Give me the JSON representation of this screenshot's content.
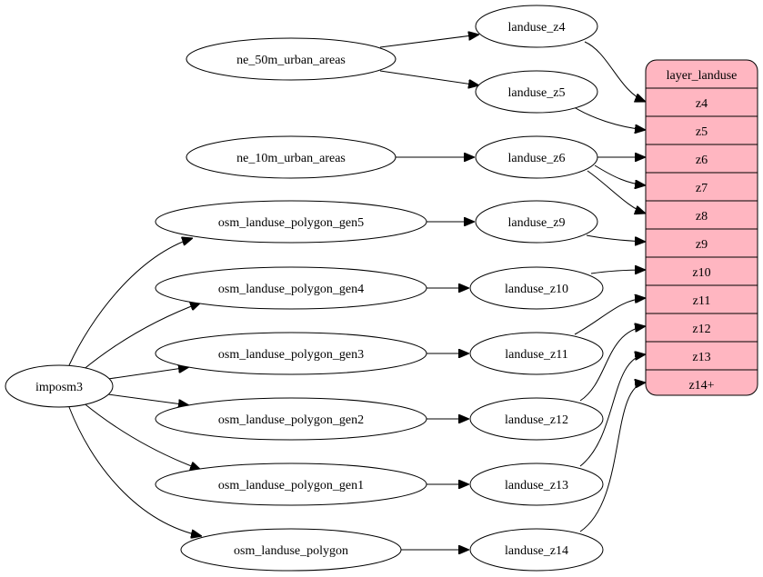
{
  "colors": {
    "record_fill": "#ffb6c1",
    "node_fill": "#ffffff",
    "stroke": "#000000"
  },
  "nodes": {
    "ne50": "ne_50m_urban_areas",
    "ne10": "ne_10m_urban_areas",
    "gen5": "osm_landuse_polygon_gen5",
    "gen4": "osm_landuse_polygon_gen4",
    "gen3": "osm_landuse_polygon_gen3",
    "gen2": "osm_landuse_polygon_gen2",
    "gen1": "osm_landuse_polygon_gen1",
    "poly": "osm_landuse_polygon",
    "imposm3": "imposm3",
    "z4": "landuse_z4",
    "z5": "landuse_z5",
    "z6": "landuse_z6",
    "z9": "landuse_z9",
    "z10": "landuse_z10",
    "z11": "landuse_z11",
    "z12": "landuse_z12",
    "z13": "landuse_z13",
    "z14": "landuse_z14"
  },
  "layer": {
    "title": "layer_landuse",
    "fields": [
      "z4",
      "z5",
      "z6",
      "z7",
      "z8",
      "z9",
      "z10",
      "z11",
      "z12",
      "z13",
      "z14+"
    ]
  }
}
